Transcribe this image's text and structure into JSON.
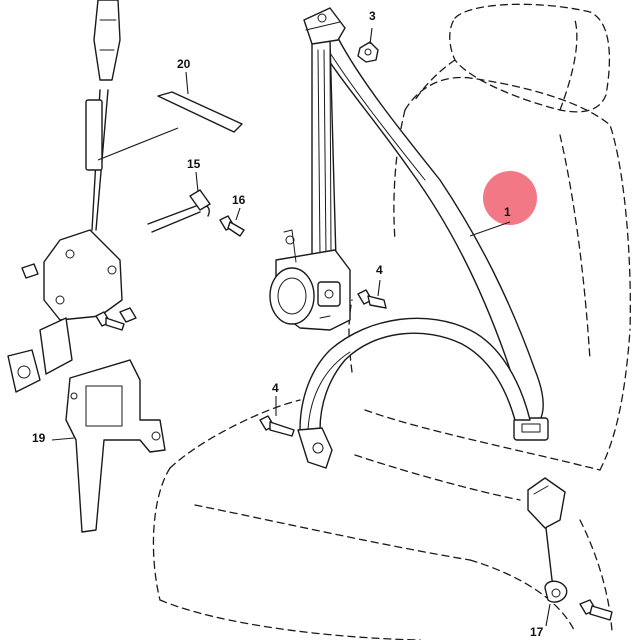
{
  "callouts": {
    "c1": "1",
    "c3": "3",
    "c4a": "4",
    "c4b": "4",
    "c15": "15",
    "c16": "16",
    "c17": "17",
    "c19": "19",
    "c20": "20"
  },
  "colors": {
    "highlight": "#f06070",
    "ink": "#1a1a1a"
  }
}
